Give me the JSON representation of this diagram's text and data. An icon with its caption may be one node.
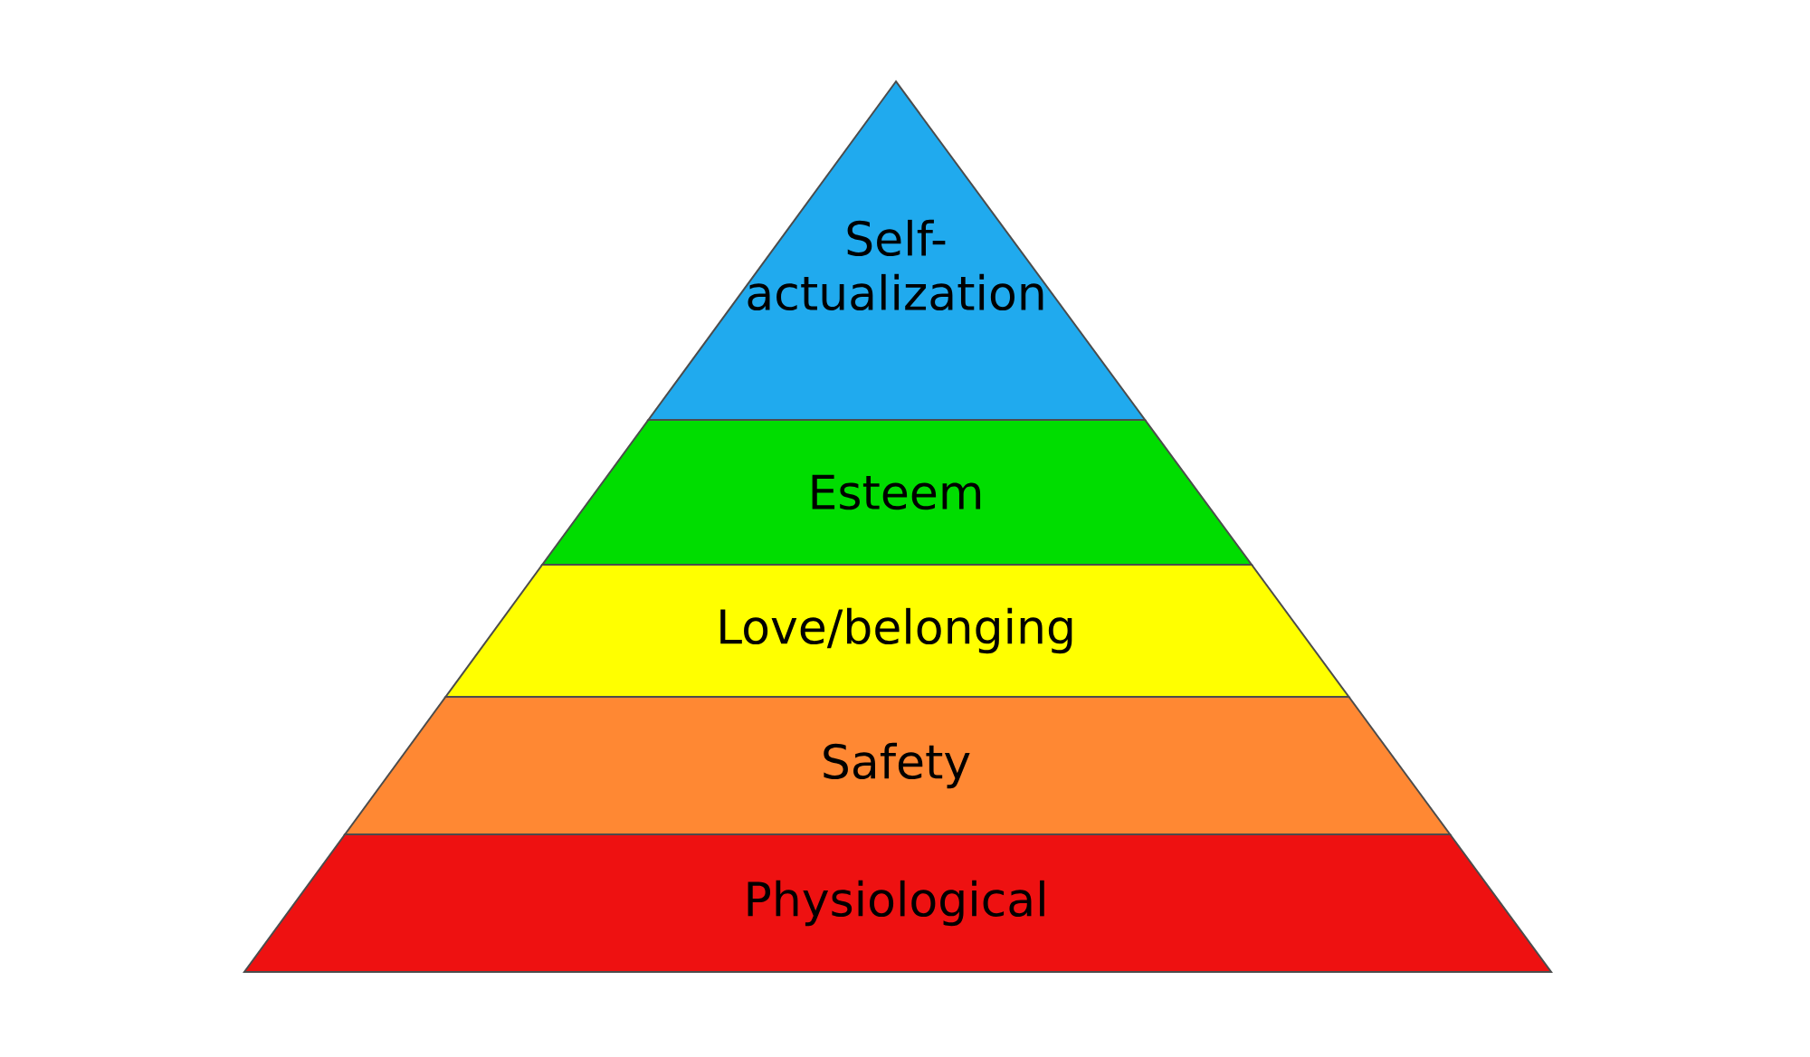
{
  "diagram": {
    "nodes": [
      {
        "text": [
          "Self-actualization"
        ]
      },
      {
        "text": [
          "Esteem"
        ]
      },
      {
        "text": [
          "Love/belonging"
        ]
      },
      {
        "text": [
          "Safety"
        ]
      },
      {
        "text": [
          "Physiological"
        ]
      }
    ]
  }
}
